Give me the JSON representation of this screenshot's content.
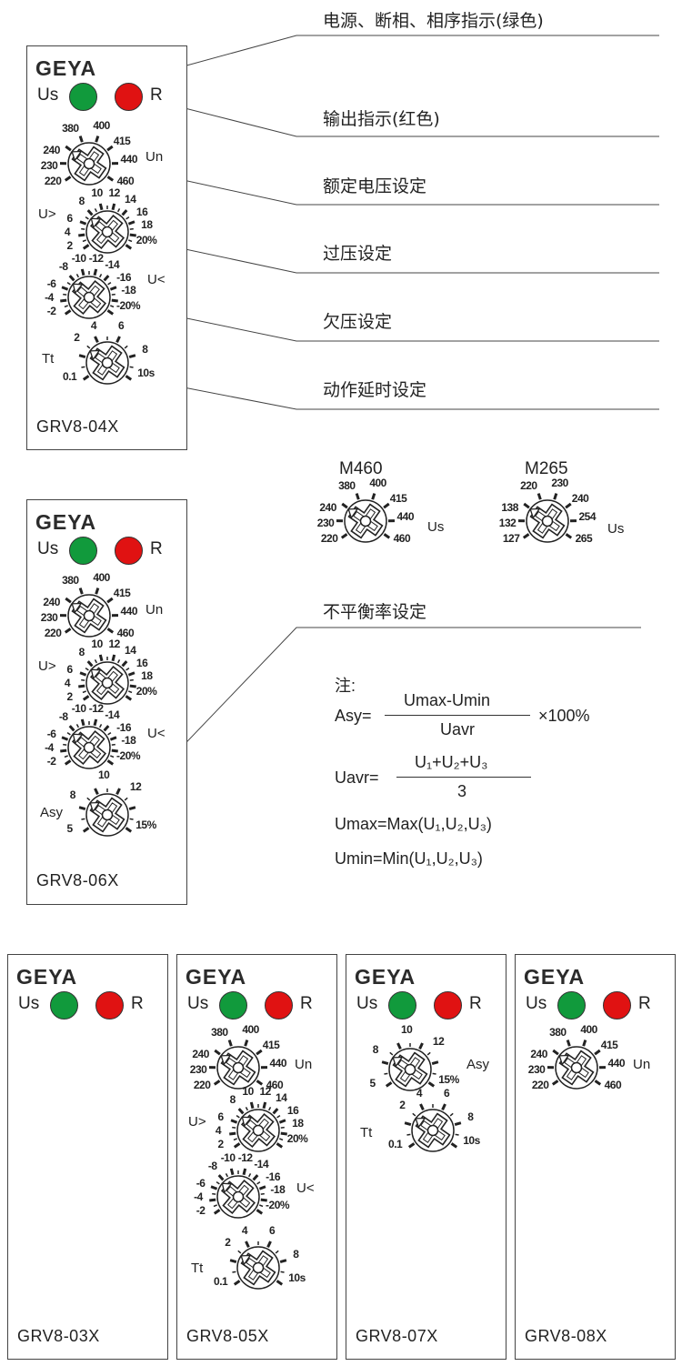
{
  "brand": "GEYA",
  "colors": {
    "us_led": "#119a3c",
    "r_led": "#e01212",
    "outline": "#333333"
  },
  "indicators": {
    "us": "Us",
    "r": "R"
  },
  "knob_labels": {
    "un": "Un",
    "u_over": "U>",
    "u_under": "U<",
    "tt": "Tt",
    "asy": "Asy"
  },
  "scales": {
    "un": [
      "220",
      "230",
      "240",
      "380",
      "400",
      "415",
      "440",
      "460"
    ],
    "over": [
      "2",
      "4",
      "6",
      "8",
      "10",
      "12",
      "14",
      "16",
      "18",
      "20%"
    ],
    "under": [
      "-2",
      "-4",
      "-6",
      "-8",
      "-10",
      "-12",
      "-14",
      "-16",
      "-18",
      "-20%"
    ],
    "tt": [
      "0.1",
      "2",
      "4",
      "6",
      "8",
      "10s"
    ],
    "asy": [
      "5",
      "8",
      "10",
      "12",
      "15%"
    ],
    "m265": [
      "127",
      "132",
      "138",
      "220",
      "230",
      "240",
      "254",
      "265"
    ]
  },
  "callouts": {
    "power": "电源、断相、相序指示(绿色)",
    "output": "输出指示(红色)",
    "rated": "额定电压设定",
    "over": "过压设定",
    "under": "欠压设定",
    "delay": "动作延时设定",
    "asy": "不平衡率设定"
  },
  "variants": {
    "m460": "M460",
    "m265": "M265",
    "us": "Us"
  },
  "formula": {
    "note": "注:",
    "asy_lhs": "Asy=",
    "asy_num": "Umax-Umin",
    "asy_den": "Uavr",
    "asy_mult": "×100%",
    "uavr_lhs": "Uavr=",
    "uavr_num": "U₁+U₂+U₃",
    "uavr_den": "3",
    "umax": "Umax=Max(U₁,U₂,U₃)",
    "umin": "Umin=Min(U₁,U₂,U₃)"
  },
  "models": {
    "p04": "GRV8-04X",
    "p06": "GRV8-06X",
    "p03": "GRV8-03X",
    "p05": "GRV8-05X",
    "p07": "GRV8-07X",
    "p08": "GRV8-08X"
  }
}
